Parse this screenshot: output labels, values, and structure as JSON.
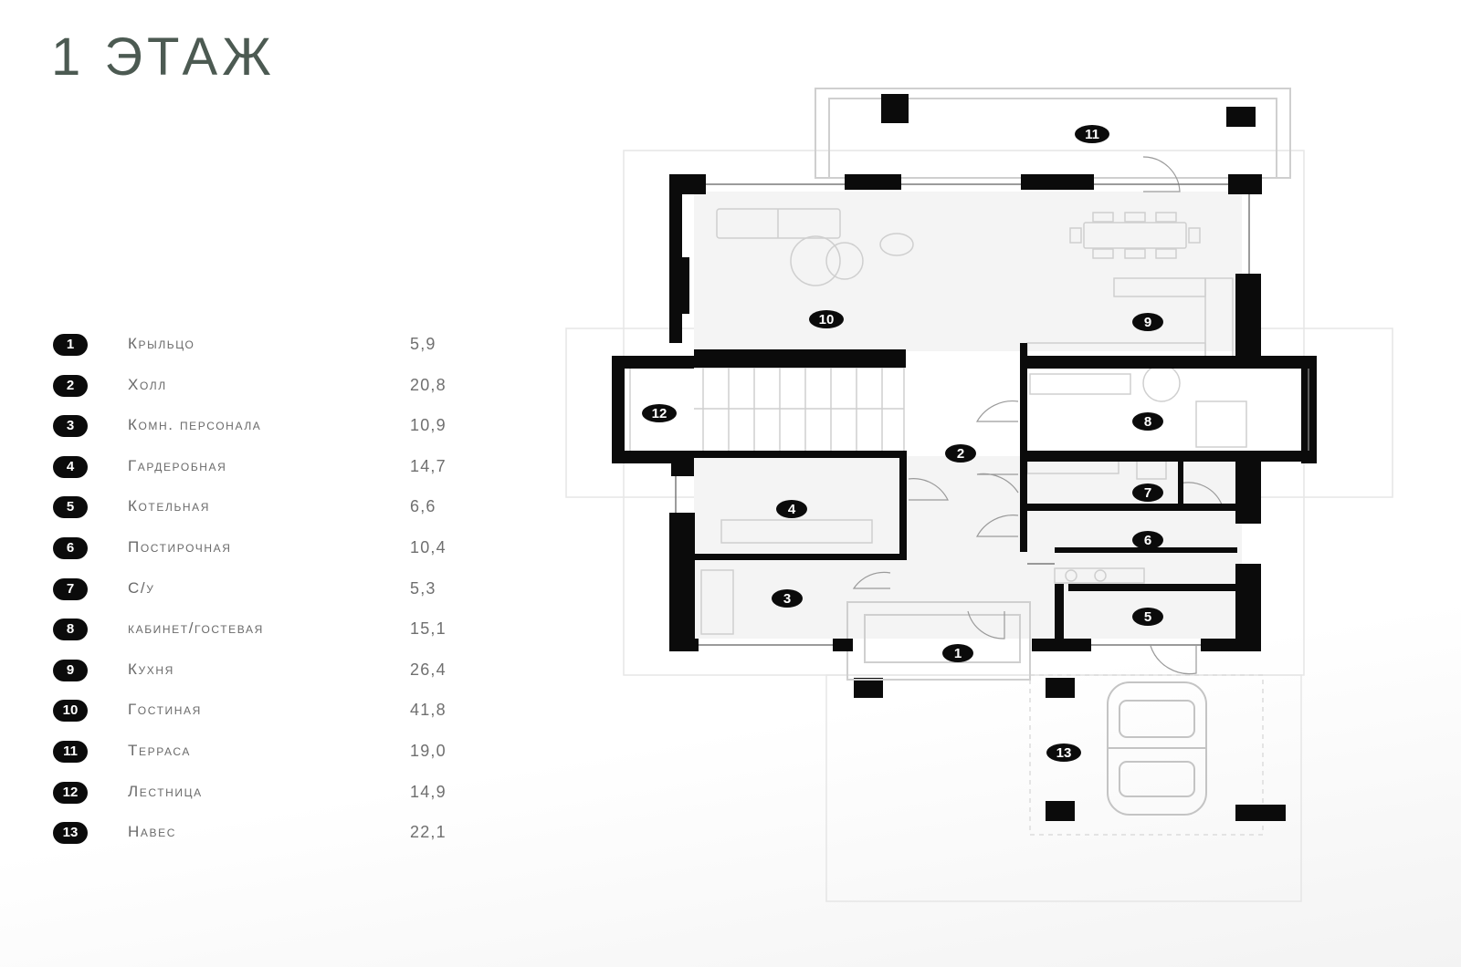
{
  "title": "1 ЭТАЖ",
  "rooms": [
    {
      "number": "1",
      "name": "Крыльцо",
      "area": "5,9"
    },
    {
      "number": "2",
      "name": "Холл",
      "area": "20,8"
    },
    {
      "number": "3",
      "name": "Комн. персонала",
      "area": "10,9"
    },
    {
      "number": "4",
      "name": "Гардеробная",
      "area": "14,7"
    },
    {
      "number": "5",
      "name": "Котельная",
      "area": "6,6"
    },
    {
      "number": "6",
      "name": "Постирочная",
      "area": "10,4"
    },
    {
      "number": "7",
      "name": "С/у",
      "area": "5,3"
    },
    {
      "number": "8",
      "name": "кабинет/гостевая",
      "area": "15,1"
    },
    {
      "number": "9",
      "name": "Кухня",
      "area": "26,4"
    },
    {
      "number": "10",
      "name": "Гостиная",
      "area": "41,8"
    },
    {
      "number": "11",
      "name": "Терраса",
      "area": "19,0"
    },
    {
      "number": "12",
      "name": "Лестница",
      "area": "14,9"
    },
    {
      "number": "13",
      "name": "Навес",
      "area": "22,1"
    }
  ],
  "colors": {
    "title": "#4c5a52",
    "badge": "#0b0b0b",
    "wall": "#0b0b0b",
    "legend_text": "#6a6a6a"
  }
}
